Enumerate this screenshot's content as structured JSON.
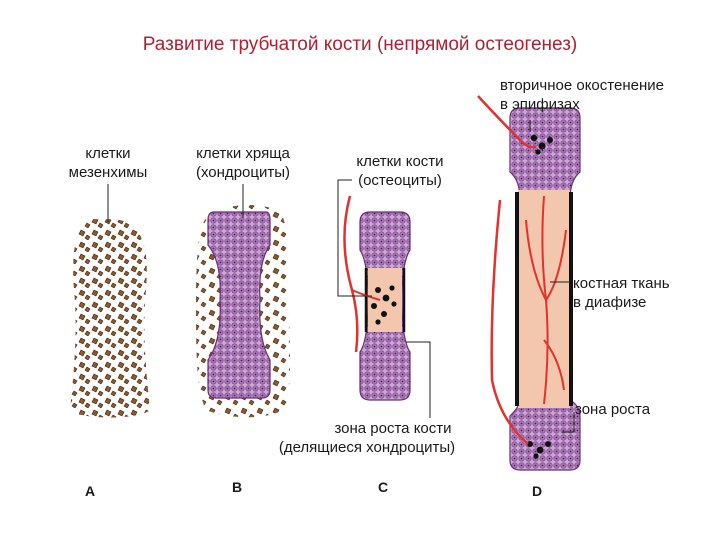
{
  "title": "Развитие трубчатой кости (непрямой остеогенез)",
  "labels": {
    "mesenchyme_1": "клетки",
    "mesenchyme_2": "мезенхимы",
    "chondrocytes_1": "клетки хряща",
    "chondrocytes_2": "(хондроциты)",
    "osteocytes_1": "клетки кости",
    "osteocytes_2": "(остеоциты)",
    "growth_zone_c_1": "зона роста кости",
    "growth_zone_c_2": "(делящиеся хондроциты)",
    "secondary_1": "вторичное окостенение",
    "secondary_2": "в эпифизах",
    "bone_tissue_1": "костная ткань",
    "bone_tissue_2": "в диафизе",
    "growth_zone_d": "зона роста"
  },
  "stages": [
    "A",
    "B",
    "C",
    "D"
  ],
  "colors": {
    "title": "#b02030",
    "mesenchyme": "#8a5a2b",
    "cartilage": "#c9a6d4",
    "cell": "#9c4f9e",
    "bone": "#f2c7ae",
    "vessel": "#e0332e",
    "periosteum": "#111111"
  }
}
